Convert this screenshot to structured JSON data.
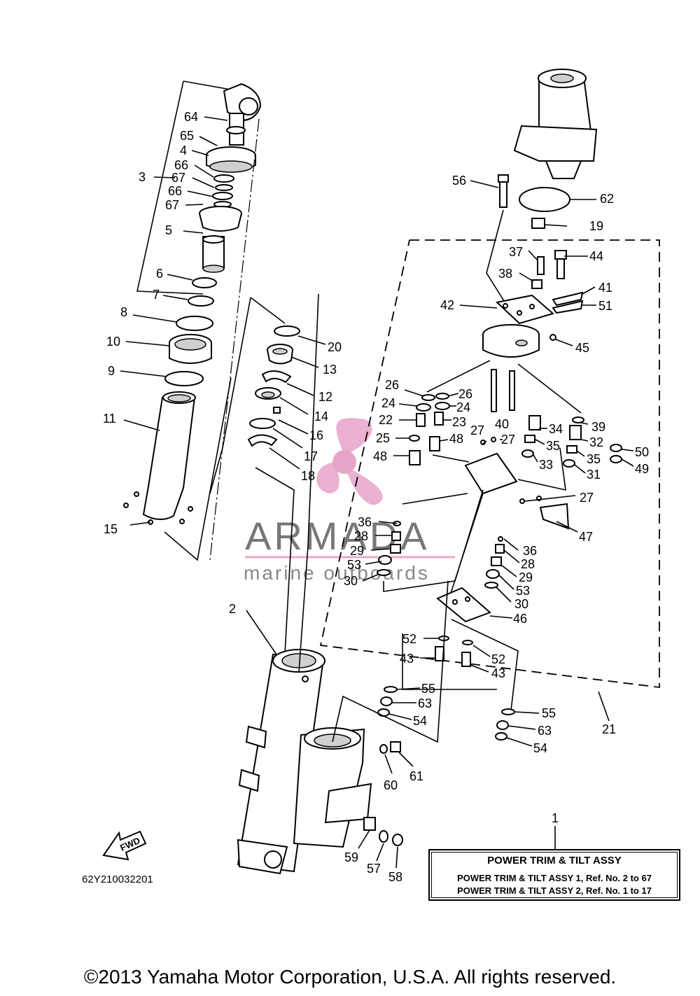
{
  "diagram_code": "62Y210032201",
  "fwd_label": "FWD",
  "watermark": {
    "title": "ARMADA",
    "subtitle": "marine outboards",
    "color_logo": "#e8a7c8",
    "color_text": "#7a7a7a"
  },
  "legend": {
    "title": "POWER TRIM & TILT ASSY",
    "ref_number": "1",
    "lines": [
      "POWER TRIM & TILT ASSY 1, Ref. No. 2 to 67",
      "POWER TRIM & TILT ASSY 2, Ref. No. 1 to 17"
    ]
  },
  "copyright": "©2013 Yamaha Motor Corporation, U.S.A. All rights reserved.",
  "callouts": {
    "n64": "64",
    "n65": "65",
    "n4": "4",
    "n66a": "66",
    "n67a": "67",
    "n3": "3",
    "n66b": "66",
    "n67b": "67",
    "n5": "5",
    "n6": "6",
    "n7": "7",
    "n8": "8",
    "n10": "10",
    "n9": "9",
    "n11": "11",
    "n15": "15",
    "n20": "20",
    "n13": "13",
    "n12": "12",
    "n14": "14",
    "n16": "16",
    "n17": "17",
    "n18": "18",
    "n56": "56",
    "n62": "62",
    "n19": "19",
    "n37": "37",
    "n44": "44",
    "n38": "38",
    "n41": "41",
    "n42": "42",
    "n51": "51",
    "n45": "45",
    "n26a": "26",
    "n26b": "26",
    "n24a": "24",
    "n24b": "24",
    "n22": "22",
    "n23": "23",
    "n40": "40",
    "n34": "34",
    "n39": "39",
    "n32": "32",
    "n25": "25",
    "n48a": "48",
    "n48b": "48",
    "n27a": "27",
    "n27b": "27",
    "n35a": "35",
    "n35b": "35",
    "n50": "50",
    "n49": "49",
    "n33": "33",
    "n31": "31",
    "n27c": "27",
    "n47": "47",
    "n36a": "36",
    "n28a": "28",
    "n29a": "29",
    "n53a": "53",
    "n30a": "30",
    "n36b": "36",
    "n28b": "28",
    "n29b": "29",
    "n53b": "53",
    "n30b": "30",
    "n46": "46",
    "n2": "2",
    "n52a": "52",
    "n43a": "43",
    "n52b": "52",
    "n43b": "43",
    "n55a": "55",
    "n63a": "63",
    "n54a": "54",
    "n21": "21",
    "n55b": "55",
    "n63b": "63",
    "n54b": "54",
    "n60": "60",
    "n61": "61",
    "n59": "59",
    "n57": "57",
    "n58": "58",
    "n1": "1"
  }
}
